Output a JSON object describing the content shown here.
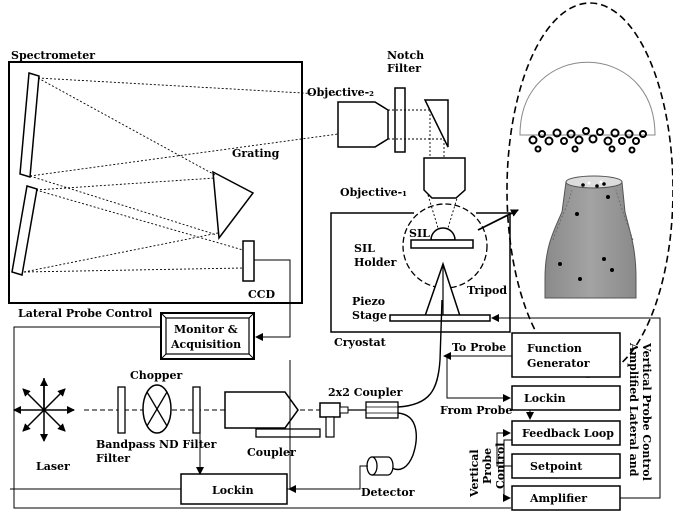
{
  "labels": {
    "spectrometer": "Spectrometer",
    "grating": "Grating",
    "ccd": "CCD",
    "objective2": "Objective-₂",
    "notch_line1": "Notch",
    "notch_line2": "Filter",
    "objective1": "Objective-₁",
    "sil": "SIL",
    "sil_holder_line1": "SIL",
    "sil_holder_line2": "Holder",
    "tripod": "Tripod",
    "piezo_line1": "Piezo",
    "piezo_line2": "Stage",
    "cryostat": "Cryostat",
    "lateral_probe_control": "Lateral Probe Control",
    "monitor_line1": "Monitor &",
    "monitor_line2": "Acquisition",
    "to_probe": "To Probe",
    "function_gen_line1": "Function",
    "function_gen_line2": "Generator",
    "from_probe": "From Probe",
    "lockin_right": "Lockin",
    "feedback_loop": "Feedback Loop",
    "setpoint": "Setpoint",
    "amplifier": "Amplifier",
    "vertical_line1": "Vertical",
    "vertical_line2": "Probe",
    "vertical_line3": "Control",
    "amplified_line1": "Amplified Lateral and",
    "amplified_line2": "Vertical Probe Control",
    "chopper": "Chopper",
    "coupler_2x2": "2x2 Coupler",
    "laser": "Laser",
    "bandpass_line1": "Bandpass",
    "bandpass_line2": "Filter",
    "nd_filter": "ND Filter",
    "coupler": "Coupler",
    "detector": "Detector",
    "lockin_bottom": "Lockin"
  }
}
